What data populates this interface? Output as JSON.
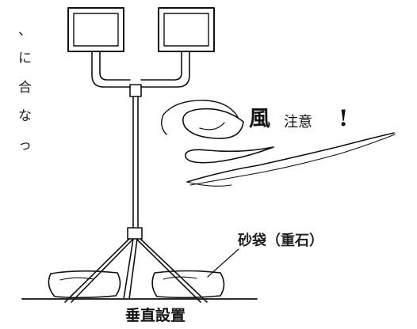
{
  "side_text": [
    "、",
    "に",
    "合",
    "な",
    "っ"
  ],
  "warning": {
    "main": "風",
    "sub": "注意",
    "mark": "!"
  },
  "sandbag_label": "砂袋（重石）",
  "caption": "垂直設置"
}
